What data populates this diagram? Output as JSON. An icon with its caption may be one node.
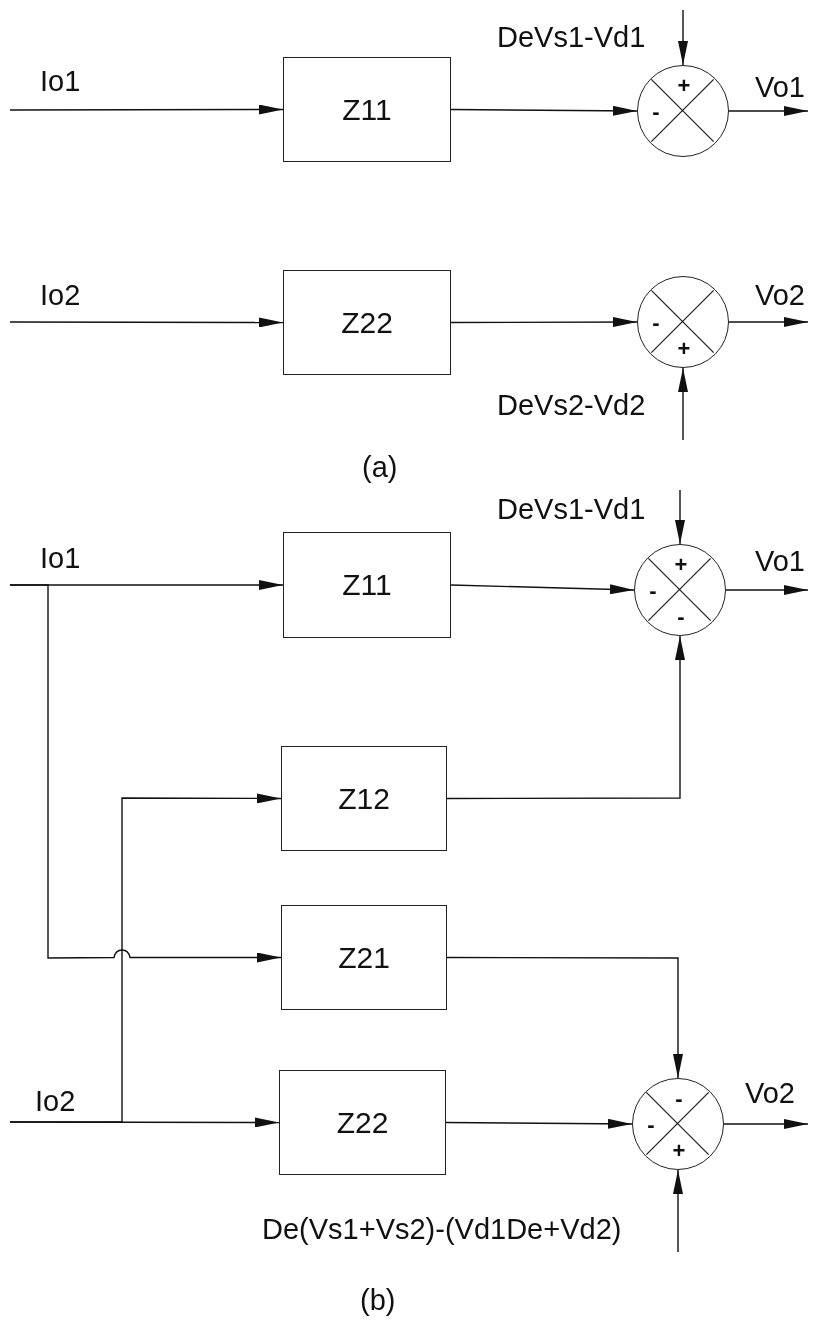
{
  "diagram": {
    "nodes": [
      {
        "text": [
          "Z11"
        ]
      },
      {
        "text": [
          "Z22"
        ]
      },
      {
        "text": [
          "+",
          "-"
        ]
      },
      {
        "text": [
          "-",
          "+"
        ]
      },
      {
        "text": [
          "Z11"
        ]
      },
      {
        "text": [
          "Z12"
        ]
      },
      {
        "text": [
          "Z21"
        ]
      },
      {
        "text": [
          "Z22"
        ]
      },
      {
        "text": [
          "+",
          "-",
          "-"
        ]
      },
      {
        "text": [
          "-",
          "-",
          "+"
        ]
      }
    ],
    "edges": [
      {
        "from": null,
        "to": 0,
        "arrow": "to",
        "label": "Io1"
      },
      {
        "from": 0,
        "to": 2,
        "arrow": "to"
      },
      {
        "from": null,
        "to": 2,
        "arrow": "to",
        "label": "DeVs1-Vd1"
      },
      {
        "from": 2,
        "to": null,
        "arrow": "to",
        "label": "Vo1"
      },
      {
        "from": null,
        "to": 1,
        "arrow": "to",
        "label": "Io2"
      },
      {
        "from": 1,
        "to": 3,
        "arrow": "to"
      },
      {
        "from": null,
        "to": 3,
        "arrow": "to",
        "label": "DeVs2-Vd2"
      },
      {
        "from": 3,
        "to": null,
        "arrow": "to",
        "label": "Vo2"
      },
      {
        "from": null,
        "to": 4,
        "arrow": "to",
        "label": "Io1"
      },
      {
        "from": null,
        "to": 6,
        "arrow": "to"
      },
      {
        "from": null,
        "to": 7,
        "arrow": "to",
        "label": "Io2"
      },
      {
        "from": null,
        "to": 5,
        "arrow": "to"
      },
      {
        "from": 4,
        "to": 8,
        "arrow": "to"
      },
      {
        "from": 5,
        "to": 8,
        "arrow": "to"
      },
      {
        "from": null,
        "to": 8,
        "arrow": "to",
        "label": "DeVs1-Vd1"
      },
      {
        "from": 8,
        "to": null,
        "arrow": "to",
        "label": "Vo1"
      },
      {
        "from": 6,
        "to": 9,
        "arrow": "to"
      },
      {
        "from": 7,
        "to": 9,
        "arrow": "to"
      },
      {
        "from": null,
        "to": 9,
        "arrow": "to",
        "label": "De(Vs1+Vs2)-(Vd1De+Vd2)"
      },
      {
        "from": 9,
        "to": null,
        "arrow": "to",
        "label": "Vo2"
      }
    ],
    "labels": [
      "(a)",
      "(b)"
    ]
  }
}
